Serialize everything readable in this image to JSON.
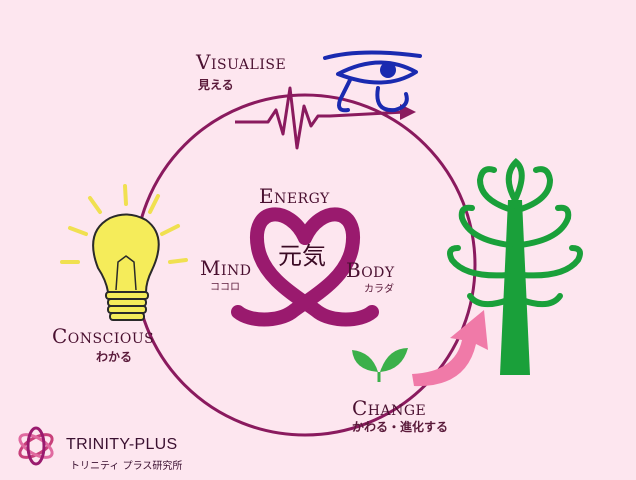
{
  "labels": {
    "visualise": "Visualise",
    "visualise_jp": "見える",
    "energy": "Energy",
    "energy_jp": "元気",
    "mind": "Mind",
    "mind_jp": "ココロ",
    "body": "Body",
    "body_jp": "カラダ",
    "conscious": "Conscious",
    "conscious_jp": "わかる",
    "change": "Change",
    "change_jp": "かわる・進化する"
  },
  "logo": {
    "title": "TRINITY-PLUS",
    "subtitle": "トリニティ プラス研究所"
  },
  "colors": {
    "background": "#fde6ef",
    "circle": "#8a1a5e",
    "heart": "#9a1a6e",
    "eye": "#1a2ab0",
    "tree": "#1aa03a",
    "bulb": "#f5ec5a",
    "arrow": "#f07aa8",
    "text": "#4a1030"
  },
  "icons": [
    "eye-of-horus-icon",
    "heartbeat-arrow-icon",
    "lightbulb-icon",
    "tree-icon",
    "sprout-icon",
    "growth-arrow-icon",
    "heart-ribbon-icon",
    "trinity-logo-icon"
  ]
}
